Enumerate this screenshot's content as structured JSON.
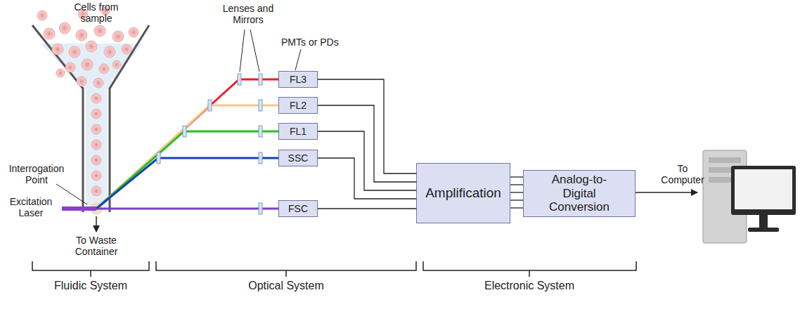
{
  "diagram": {
    "nodes": [
      {
        "text": [
          "FL3"
        ]
      },
      {
        "text": [
          "FL2"
        ]
      },
      {
        "text": [
          "FL1"
        ]
      },
      {
        "text": [
          "SSC"
        ]
      },
      {
        "text": [
          "FSC"
        ]
      },
      {
        "text": [
          "Amplification"
        ]
      },
      {
        "text": [
          "Analog-to-Digital Conversion"
        ]
      }
    ],
    "edges": [
      {
        "from": 0,
        "to": 5,
        "arrow": "none"
      },
      {
        "from": 1,
        "to": 5,
        "arrow": "none"
      },
      {
        "from": 2,
        "to": 5,
        "arrow": "none"
      },
      {
        "from": 3,
        "to": 5,
        "arrow": "none"
      },
      {
        "from": 4,
        "to": 5,
        "arrow": "none"
      },
      {
        "from": 5,
        "to": 6,
        "arrow": "none"
      },
      {
        "from": 5,
        "to": 6,
        "arrow": "none"
      },
      {
        "from": 5,
        "to": 6,
        "arrow": "none"
      },
      {
        "from": 5,
        "to": 6,
        "arrow": "none"
      },
      {
        "from": 5,
        "to": 6,
        "arrow": "none"
      }
    ],
    "labels": [
      "Cells from sample",
      "Lenses and Mirrors",
      "PMTs or PDs",
      "Interrogation Point",
      "Excitation Laser",
      "To Waste Container",
      "To Computer",
      "Fluidic System",
      "Optical System",
      "Electronic System"
    ]
  }
}
